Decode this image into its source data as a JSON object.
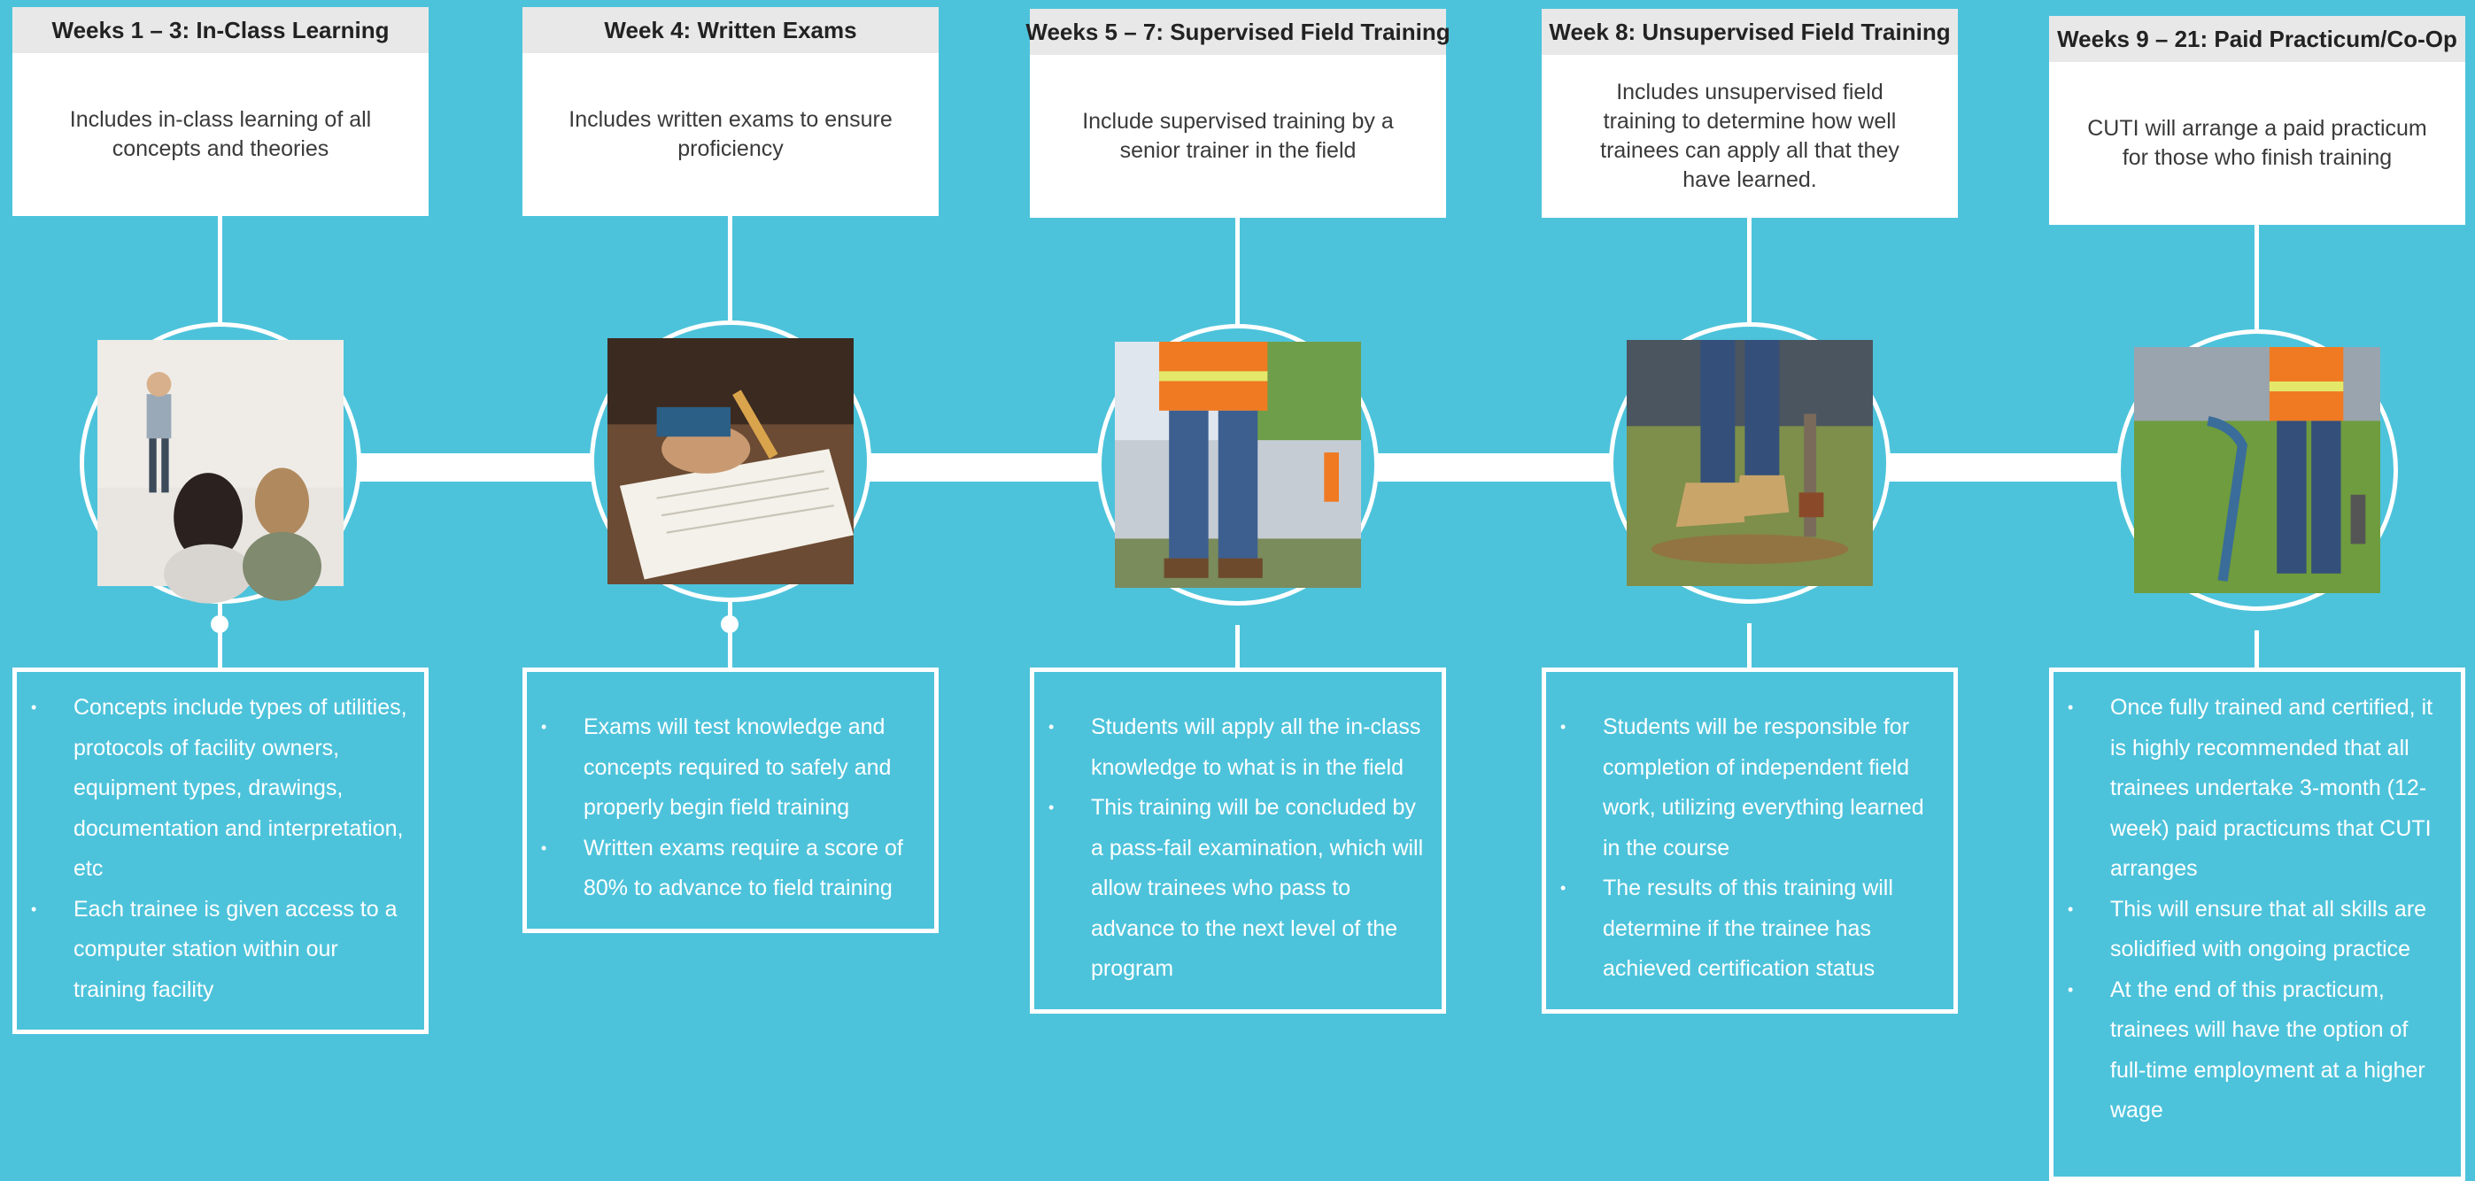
{
  "stages": [
    {
      "title": "Weeks 1 – 3: In-Class Learning",
      "description": "Includes in-class learning of all concepts and theories",
      "bullets": [
        "Concepts include types of utilities, protocols of facility owners, equipment types, drawings, documentation and interpretation, etc",
        "Each trainee is given access to a computer station within our training facility"
      ]
    },
    {
      "title": "Week 4: Written Exams",
      "description": "Includes written exams to ensure proficiency",
      "bullets": [
        "Exams will test knowledge and concepts required to safely and properly begin field training",
        "Written exams require a score of 80% to advance to field training"
      ]
    },
    {
      "title": "Weeks 5 – 7: Supervised Field Training",
      "description": "Include supervised training by a senior trainer in the field",
      "bullets": [
        "Students will apply all the in-class knowledge to what is in the field",
        "This training will be concluded by a pass-fail examination, which will allow trainees who pass to advance to the next level of the program"
      ]
    },
    {
      "title": "Week 8: Unsupervised Field Training",
      "description": "Includes unsupervised field training to determine how well trainees can apply all that they have learned.",
      "bullets": [
        "Students will be responsible for completion of independent field work, utilizing everything learned in the course",
        "The results of this training will determine if the trainee has achieved certification status"
      ]
    },
    {
      "title": "Weeks 9 – 21: Paid Practicum/Co-Op",
      "description": "CUTI will arrange a paid practicum for those who finish training",
      "bullets": [
        "Once fully trained and certified, it is highly recommended that all trainees undertake 3-month (12-week) paid practicums that CUTI arranges",
        "This will ensure that all skills are solidified with ongoing practice",
        "At the end of this practicum, trainees will have the option of full-time employment at a higher wage"
      ]
    }
  ],
  "colors": {
    "background": "#4dc3db",
    "card_header": "#e8e8e8",
    "line": "#ffffff"
  }
}
